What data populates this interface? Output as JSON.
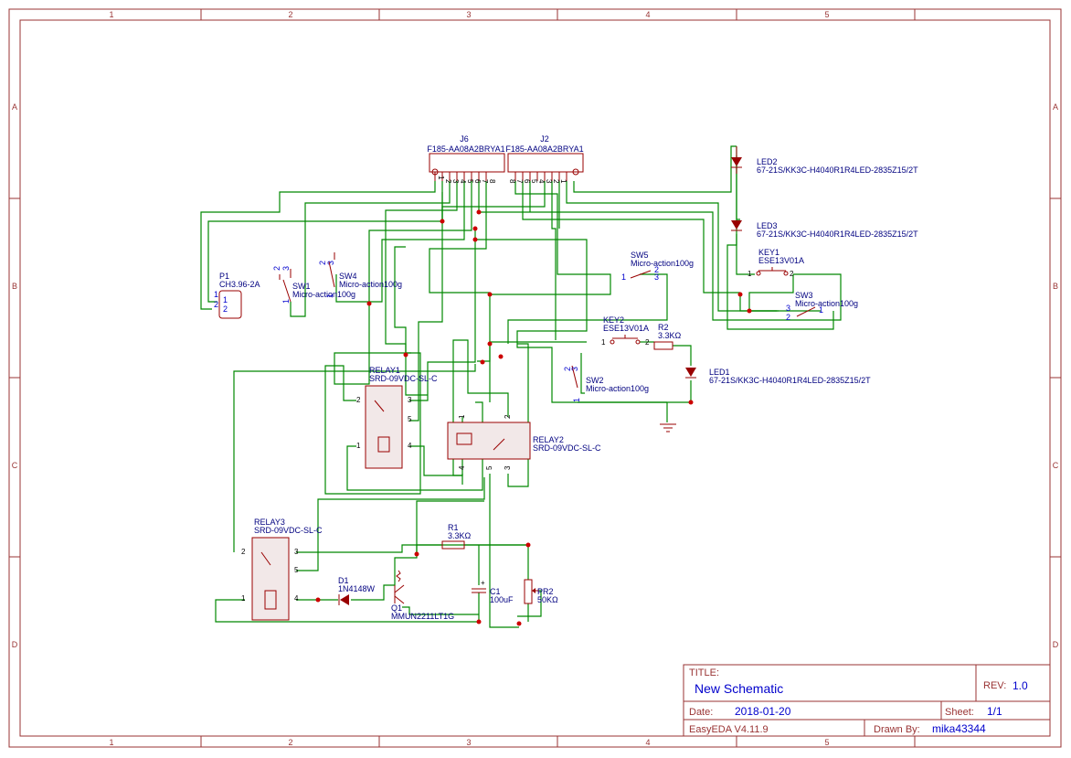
{
  "frame": {
    "columns": [
      "1",
      "2",
      "3",
      "4",
      "5"
    ],
    "rows": [
      "A",
      "B",
      "C",
      "D"
    ]
  },
  "components": {
    "j6": {
      "ref": "J6",
      "value": "F185-AA08A2BRYA1",
      "pins": [
        "1",
        "2",
        "3",
        "4",
        "5",
        "6",
        "7",
        "8"
      ]
    },
    "j2": {
      "ref": "J2",
      "value": "F185-AA08A2BRYA1",
      "pins": [
        "8",
        "7",
        "6",
        "5",
        "4",
        "3",
        "2",
        "1"
      ]
    },
    "p1": {
      "ref": "P1",
      "value": "CH3.96-2A",
      "pins": [
        "1",
        "2"
      ]
    },
    "sw1": {
      "ref": "SW1",
      "value": "Micro-action100g"
    },
    "sw4": {
      "ref": "SW4",
      "value": "Micro-action100g"
    },
    "sw5": {
      "ref": "SW5",
      "value": "Micro-action100g"
    },
    "sw3": {
      "ref": "SW3",
      "value": "Micro-action100g"
    },
    "sw2": {
      "ref": "SW2",
      "value": "Micro-action100g"
    },
    "key1": {
      "ref": "KEY1",
      "value": "ESE13V01A"
    },
    "key2": {
      "ref": "KEY2",
      "value": "ESE13V01A"
    },
    "led1": {
      "ref": "LED1",
      "value": "67-21S/KK3C-H4040R1R4LED-2835Z15/2T"
    },
    "led2": {
      "ref": "LED2",
      "value": "67-21S/KK3C-H4040R1R4LED-2835Z15/2T"
    },
    "led3": {
      "ref": "LED3",
      "value": "67-21S/KK3C-H4040R1R4LED-2835Z15/2T"
    },
    "r1": {
      "ref": "R1",
      "value": "3.3KΩ"
    },
    "r2": {
      "ref": "R2",
      "value": "3.3KΩ"
    },
    "relay1": {
      "ref": "RELAY1",
      "value": "SRD-09VDC-SL-C"
    },
    "relay2": {
      "ref": "RELAY2",
      "value": "SRD-09VDC-SL-C"
    },
    "relay3": {
      "ref": "RELAY3",
      "value": "SRD-09VDC-SL-C"
    },
    "d1": {
      "ref": "D1",
      "value": "1N4148W"
    },
    "q1": {
      "ref": "Q1",
      "value": "MMUN2211LT1G"
    },
    "c1": {
      "ref": "C1",
      "value": "100uF"
    },
    "pr2": {
      "ref": "PR2",
      "value": "50KΩ"
    }
  },
  "title_block": {
    "title_label": "TITLE:",
    "title": "New Schematic",
    "rev_label": "REV:",
    "rev": "1.0",
    "date_label": "Date:",
    "date": "2018-01-20",
    "sheet_label": "Sheet:",
    "sheet": "1/1",
    "tool": "EasyEDA V4.11.9",
    "drawn_label": "Drawn By:",
    "drawn_by": "mika43344"
  }
}
